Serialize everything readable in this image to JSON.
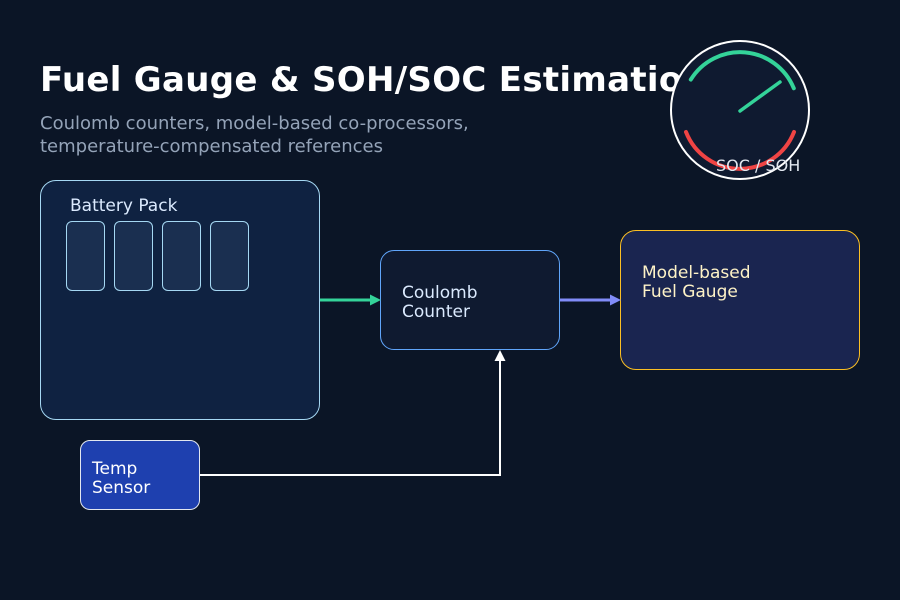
{
  "header": {
    "title": "Fuel Gauge & SOH/SOC Estimation",
    "subtitle_lines": [
      "Coulomb counters, model-based co-processors,",
      "temperature-compensated references"
    ]
  },
  "battery_pack": {
    "label": "Battery Pack",
    "cell_count": 4
  },
  "coulomb_counter": {
    "label_lines": [
      "Coulomb",
      "Counter"
    ]
  },
  "fuel_gauge": {
    "label_lines": [
      "Model-based",
      "Fuel Gauge"
    ]
  },
  "temp_sensor": {
    "label_lines": [
      "Temp",
      "Sensor"
    ]
  },
  "gauge": {
    "label": "SOC / SOH"
  },
  "colors": {
    "background": "#0b1526",
    "battery_to_counter_arrow": "#34d399",
    "counter_to_gauge_arrow": "#818cf8",
    "sensor_arrow": "#ffffff",
    "gauge_good_arc": "#34d399",
    "gauge_low_arc": "#ef4444"
  }
}
